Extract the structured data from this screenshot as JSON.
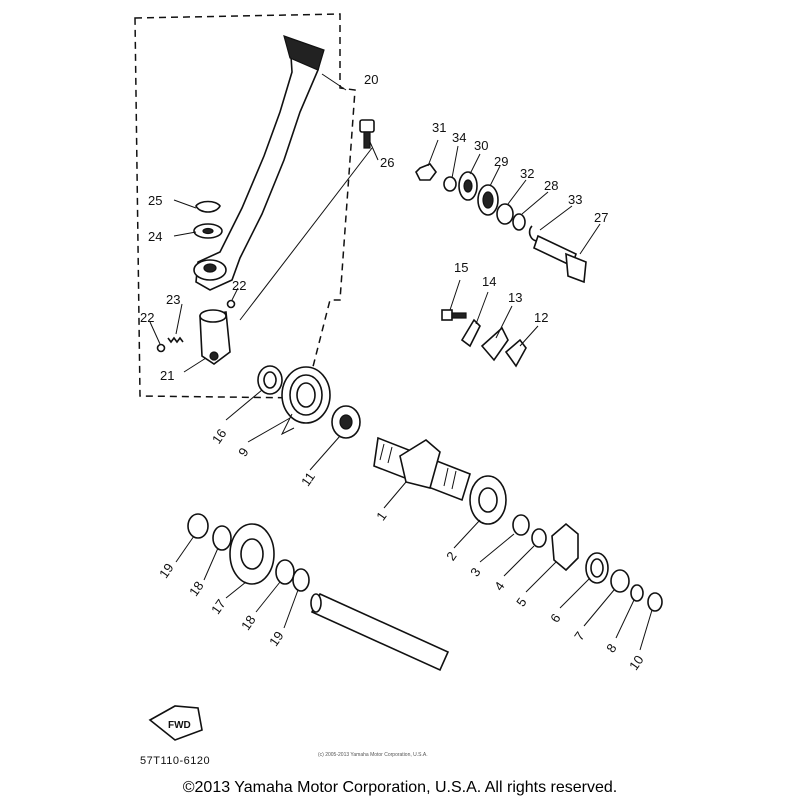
{
  "diagram": {
    "callouts": {
      "c1": "1",
      "c2": "2",
      "c3": "3",
      "c4": "4",
      "c5": "5",
      "c6": "6",
      "c7": "7",
      "c8": "8",
      "c9": "9",
      "c10": "10",
      "c11": "11",
      "c12": "12",
      "c13": "13",
      "c14": "14",
      "c15": "15",
      "c16": "16",
      "c17": "17",
      "c18a": "18",
      "c18b": "18",
      "c19a": "19",
      "c19b": "19",
      "c20": "20",
      "c21": "21",
      "c22a": "22",
      "c22b": "22",
      "c23": "23",
      "c24": "24",
      "c25": "25",
      "c26": "26",
      "c27": "27",
      "c28": "28",
      "c29": "29",
      "c30": "30",
      "c31": "31",
      "c32": "32",
      "c33": "33",
      "c34": "34"
    },
    "fwd_label": "FWD",
    "figure_code": "57T110-6120",
    "small_credit": "(c) 2005-2013 Yamaha Motor Corporation, U.S.A.",
    "copyright": "©2013 Yamaha Motor Corporation, U.S.A. All rights reserved."
  },
  "colors": {
    "ink": "#111111",
    "background": "#ffffff"
  }
}
